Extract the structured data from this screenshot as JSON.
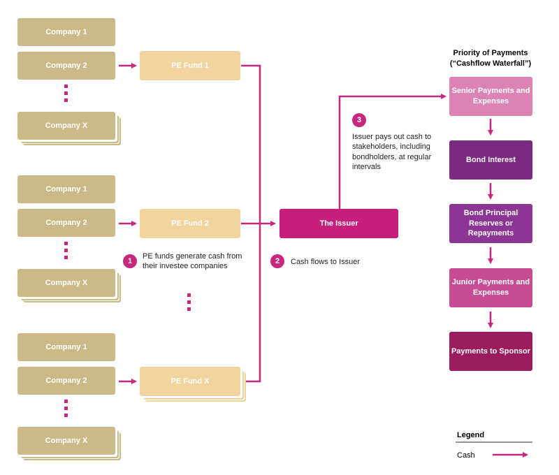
{
  "groups": [
    {
      "companies": [
        "Company 1",
        "Company 2",
        "Company X"
      ],
      "fund": "PE Fund 1"
    },
    {
      "companies": [
        "Company 1",
        "Company 2",
        "Company X"
      ],
      "fund": "PE Fund 2"
    },
    {
      "companies": [
        "Company 1",
        "Company 2",
        "Company X"
      ],
      "fund": "PE Fund X"
    }
  ],
  "issuer": {
    "label": "The Issuer"
  },
  "steps": [
    {
      "number": "1",
      "text": "PE funds generate cash from their investee companies"
    },
    {
      "number": "2",
      "text": "Cash flows to Issuer"
    },
    {
      "number": "3",
      "text": "Issuer pays out cash to stakeholders, including bondholders, at regular intervals"
    }
  ],
  "waterfall": {
    "title_line1": "Priority of Payments",
    "title_line2": "(“Cashflow Waterfall”)",
    "items": [
      {
        "label": "Senior Payments and Expenses",
        "color": "#dc83b3"
      },
      {
        "label": "Bond Interest",
        "color": "#7a2a80"
      },
      {
        "label": "Bond Principal Reserves or Repayments",
        "color": "#8c3595"
      },
      {
        "label": "Junior Payments and Expenses",
        "color": "#c84c94"
      },
      {
        "label": "Payments to Sponsor",
        "color": "#9c1b5e"
      }
    ]
  },
  "legend": {
    "title": "Legend",
    "cash_label": "Cash"
  },
  "colors": {
    "arrow": "#c8277e",
    "company": "#cbb988",
    "fund": "#f2d59e",
    "issuer": "#c81e7d"
  }
}
